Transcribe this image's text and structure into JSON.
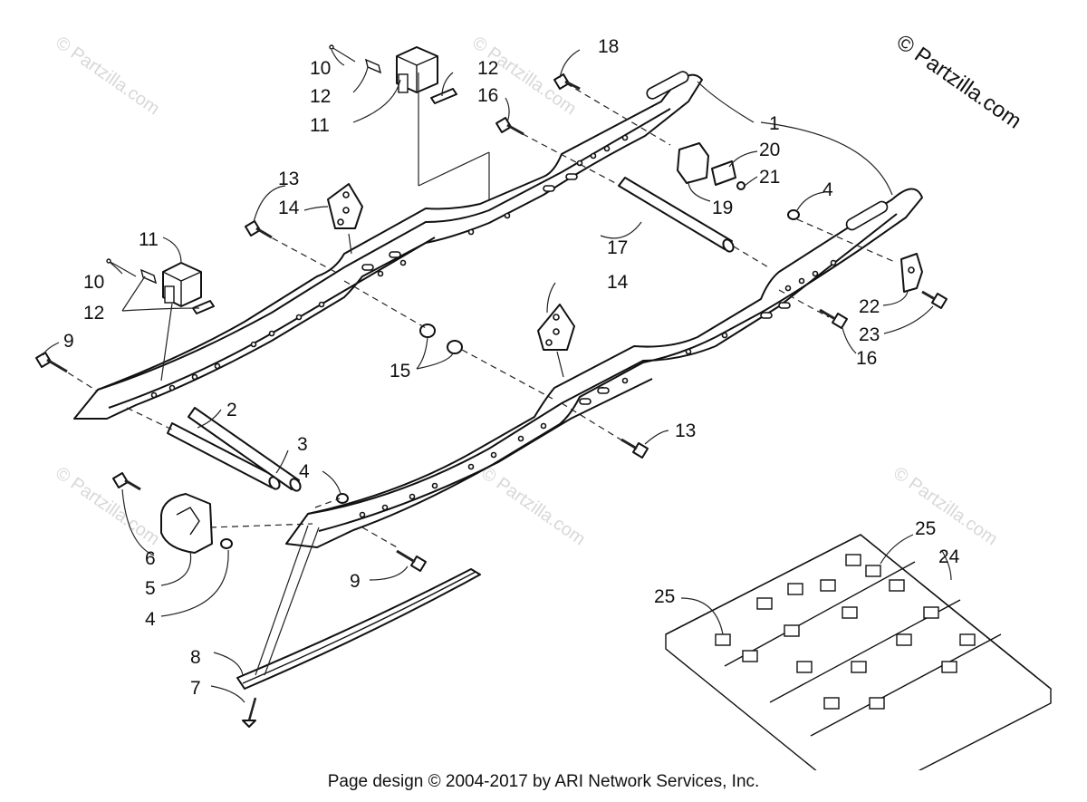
{
  "brand": "© Partzilla.com",
  "watermark": "© Partzilla.com",
  "footer": "Page design © 2004-2017 by ARI Network Services, Inc.",
  "callouts": [
    {
      "id": "c1",
      "label": "1"
    },
    {
      "id": "c2",
      "label": "2"
    },
    {
      "id": "c3",
      "label": "3"
    },
    {
      "id": "c4a",
      "label": "4"
    },
    {
      "id": "c4b",
      "label": "4"
    },
    {
      "id": "c4c",
      "label": "4"
    },
    {
      "id": "c5",
      "label": "5"
    },
    {
      "id": "c6",
      "label": "6"
    },
    {
      "id": "c7",
      "label": "7"
    },
    {
      "id": "c8",
      "label": "8"
    },
    {
      "id": "c9a",
      "label": "9"
    },
    {
      "id": "c9b",
      "label": "9"
    },
    {
      "id": "c10a",
      "label": "10"
    },
    {
      "id": "c10b",
      "label": "10"
    },
    {
      "id": "c11a",
      "label": "11"
    },
    {
      "id": "c11b",
      "label": "11"
    },
    {
      "id": "c12a",
      "label": "12"
    },
    {
      "id": "c12b",
      "label": "12"
    },
    {
      "id": "c12c",
      "label": "12"
    },
    {
      "id": "c13a",
      "label": "13"
    },
    {
      "id": "c13b",
      "label": "13"
    },
    {
      "id": "c14a",
      "label": "14"
    },
    {
      "id": "c14b",
      "label": "14"
    },
    {
      "id": "c15",
      "label": "15"
    },
    {
      "id": "c16a",
      "label": "16"
    },
    {
      "id": "c16b",
      "label": "16"
    },
    {
      "id": "c17",
      "label": "17"
    },
    {
      "id": "c18",
      "label": "18"
    },
    {
      "id": "c19",
      "label": "19"
    },
    {
      "id": "c20",
      "label": "20"
    },
    {
      "id": "c21",
      "label": "21"
    },
    {
      "id": "c22",
      "label": "22"
    },
    {
      "id": "c23",
      "label": "23"
    },
    {
      "id": "c24",
      "label": "24"
    },
    {
      "id": "c25a",
      "label": "25"
    },
    {
      "id": "c25b",
      "label": "25"
    }
  ]
}
